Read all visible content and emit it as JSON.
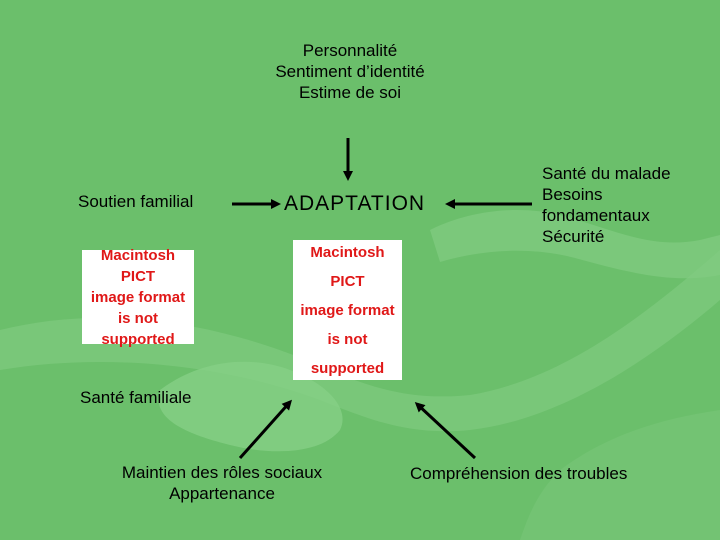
{
  "top_block": {
    "line1": "Personnalité",
    "line2": "Sentiment d’identité",
    "line3": "Estime de soi"
  },
  "left_label": "Soutien familial",
  "center_label": "ADAPTATION",
  "right_block": {
    "line1": "Santé du malade",
    "line2": "Besoins",
    "line3": "fondamentaux",
    "line4": "Sécurité"
  },
  "sante_familiale": "Santé familiale",
  "bottom_left": {
    "line1": "Maintien des rôles sociaux",
    "line2": "Appartenance"
  },
  "bottom_right": "Compréhension des troubles",
  "pict_placeholder": {
    "line1": "Macintosh PICT",
    "line2": "image format",
    "line3": "is not supported"
  },
  "colors": {
    "background": "#6bbf6b",
    "pict_text": "#e01818"
  }
}
